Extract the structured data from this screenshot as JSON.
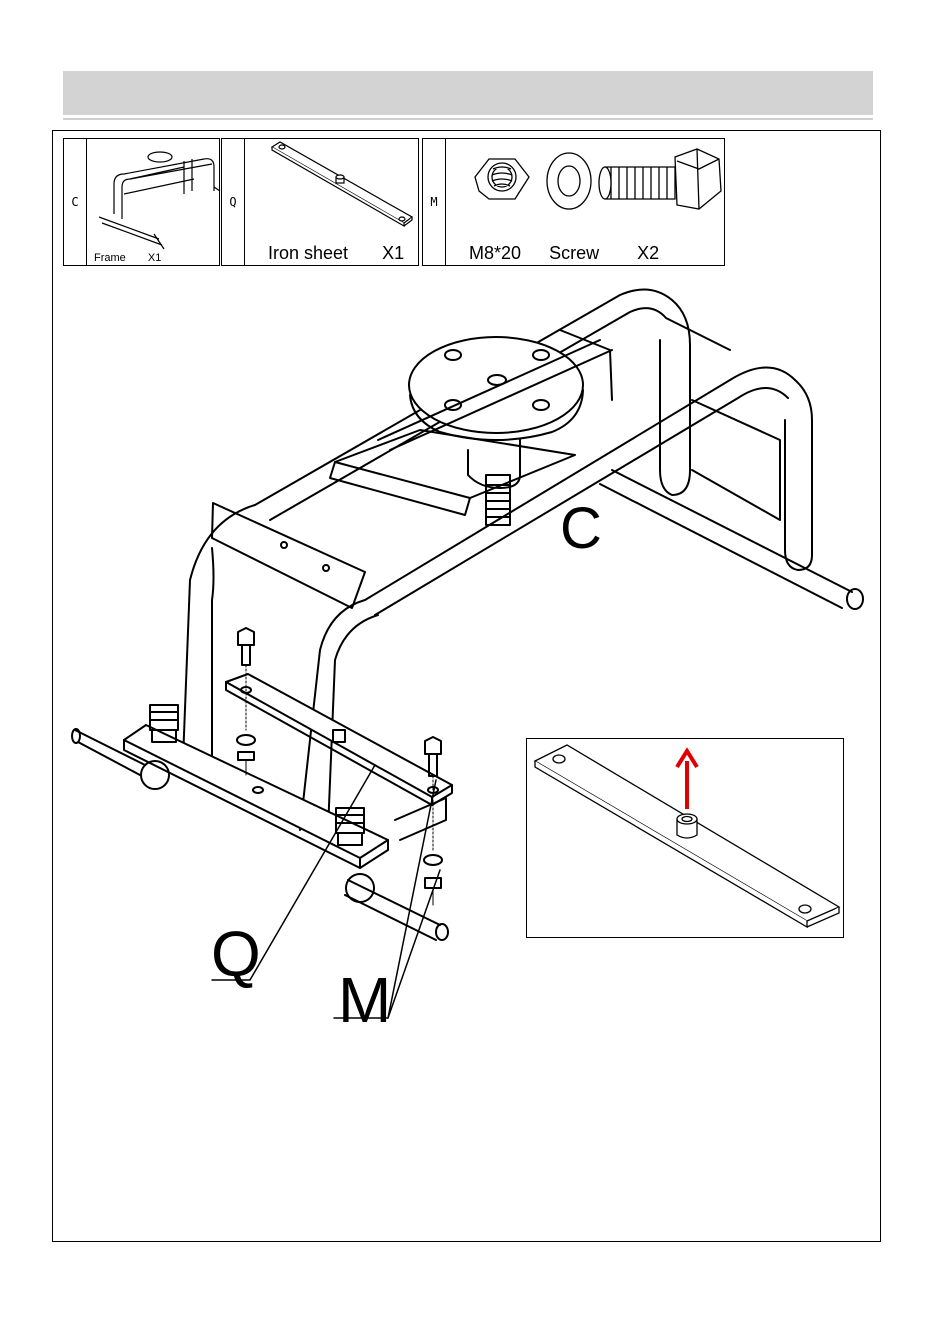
{
  "parts": [
    {
      "letter": "C",
      "name": "Frame",
      "qty": "X1"
    },
    {
      "letter": "Q",
      "name": "Iron sheet",
      "qty": "X1"
    },
    {
      "letter": "M",
      "name": "M8*20",
      "type": "Screw",
      "qty": "X2"
    }
  ],
  "callouts": {
    "c": "C",
    "q": "Q",
    "m": "M"
  },
  "colors": {
    "header_bar": "#d3d3d3",
    "arrow": "#e00000",
    "line": "#000000"
  }
}
